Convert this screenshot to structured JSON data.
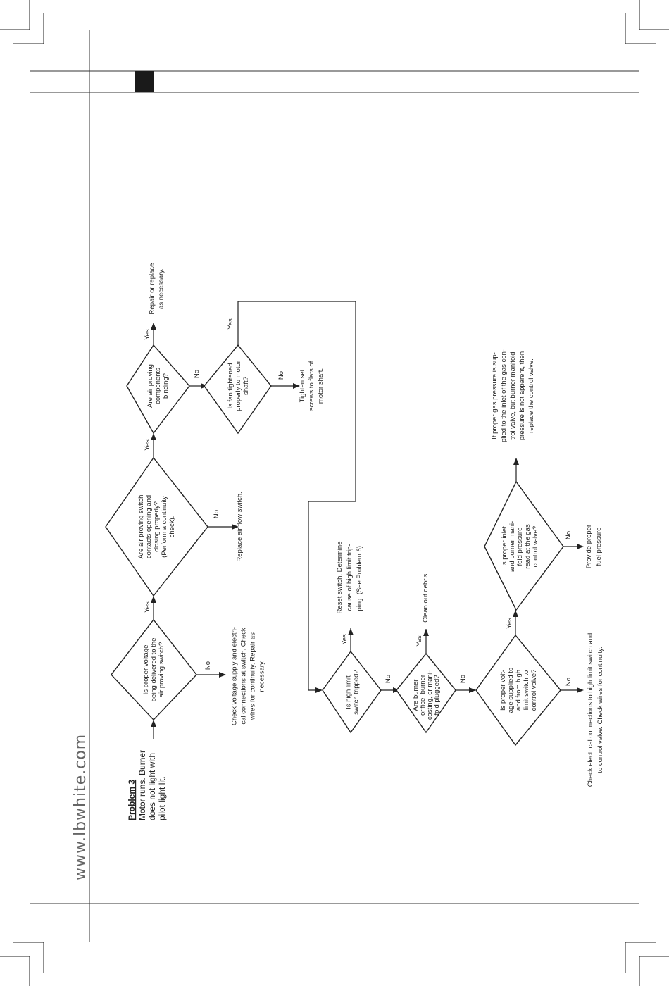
{
  "website": "www.lbwhite.com",
  "problem": {
    "label": "Problem 3",
    "description": [
      "Motor runs. Burner",
      "does not light with",
      "pilot light lit."
    ]
  },
  "decisions": {
    "d1": [
      "Is proper voltage",
      "being delivered to the",
      "air proving switch?"
    ],
    "d2": [
      "Are air proving switch",
      "contacts opening and",
      "closing properly?",
      "(Perform a continuity",
      "check)."
    ],
    "d3": [
      "Are air proving",
      "components",
      "binding?"
    ],
    "d4": [
      "Is fan tightened",
      "properly to motor",
      "shaft?"
    ],
    "d5": [
      "Is high limit",
      "switch tripped?"
    ],
    "d6": [
      "Are burner",
      "orifice, burner",
      "casting, or mani-",
      "fold plugged?"
    ],
    "d7": [
      "Is proper volt-",
      "age supplied to",
      "and from high",
      "limit switch to",
      "control valve?"
    ],
    "d8": [
      "Is proper inlet",
      "and burner mani-",
      "fold pressure",
      "read at the gas",
      "control valve?"
    ]
  },
  "actions": {
    "a1": [
      "Check voltage supply and electri-",
      "cal connections at switch. Check",
      "wires for continuity. Repair as",
      "necessary."
    ],
    "a2": [
      "Replace air flow switch."
    ],
    "a3": [
      "Repair or replace",
      "as necessary."
    ],
    "a4": [
      "Tighten set",
      "screws to flats of",
      "motor shaft."
    ],
    "a5": [
      "Reset switch. Determine",
      "cause of high limit trip-",
      "ping. (See Problem 6)."
    ],
    "a6": [
      "Clean out debris."
    ],
    "a7": [
      "Check electrical connections to high limit switch and",
      "to control valve. Check wires for continuity."
    ],
    "a8": [
      "Provide proper",
      "fuel pressure"
    ],
    "a9": [
      "If proper gas pressure is sup-",
      "plied to the inlet of the gas con-",
      "trol valve, but burner manifold",
      "pressure is not apparent, then",
      "replace the control valve."
    ]
  },
  "labels": {
    "yes": "Yes",
    "no": "No"
  }
}
